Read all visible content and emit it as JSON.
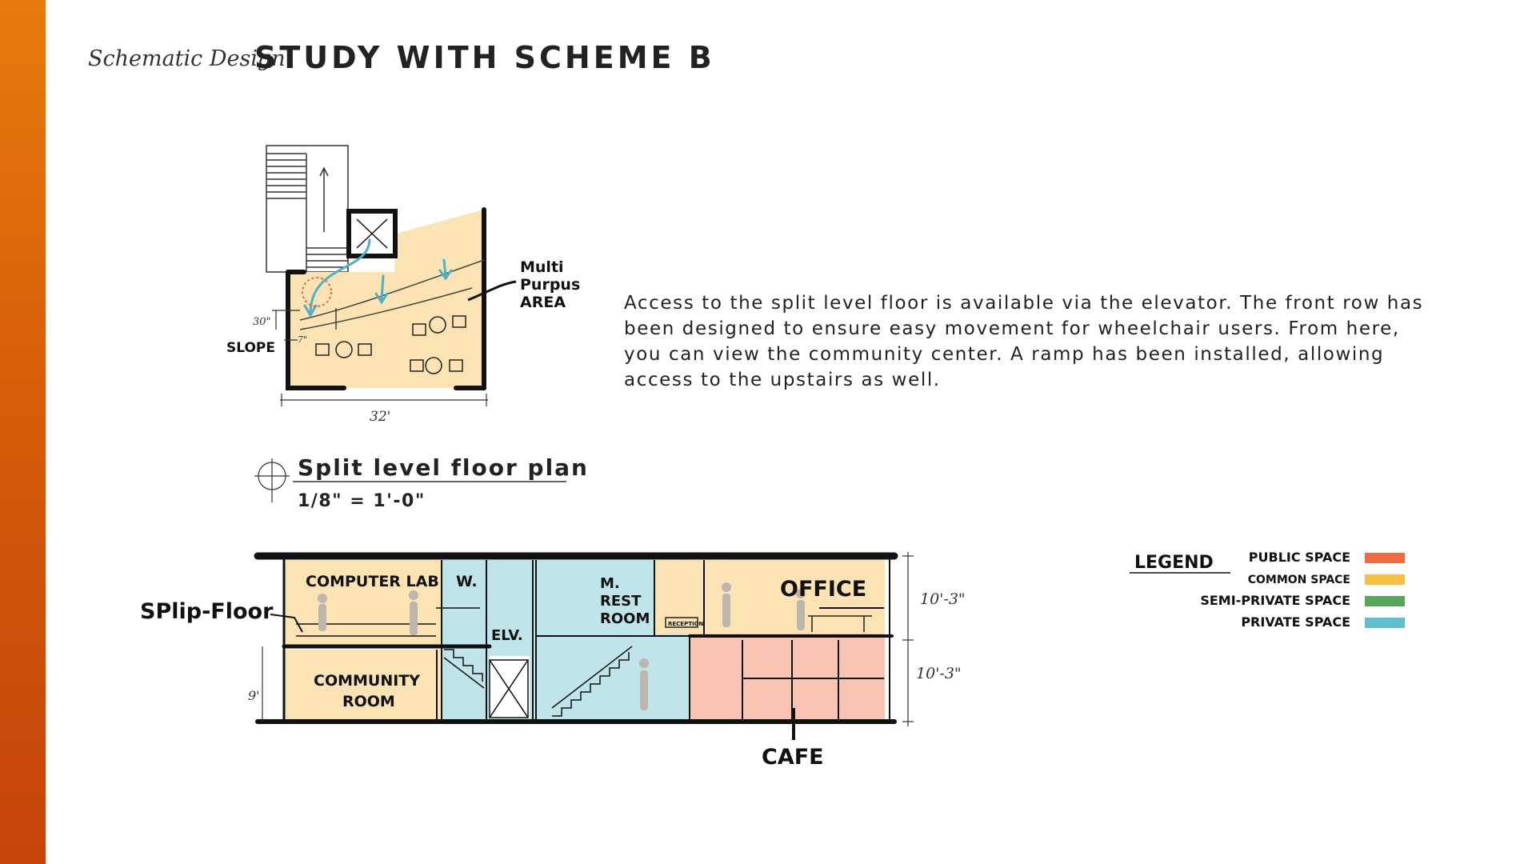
{
  "header": {
    "eyebrow": "Schematic Design",
    "title": "STUDY WITH SCHEME B"
  },
  "description": "Access to the split level floor is available via the elevator. The front row has been designed to ensure easy movement for wheelchair users. From here, you can view the community center. A ramp has been installed, allowing access to the upstairs as well.",
  "floor_plan": {
    "title": "Split level floor plan",
    "scale": "1/8\" = 1'-0\"",
    "area_label": "Multi Purpus AREA",
    "slope_label": "SLOPE",
    "dim_height": "30\"",
    "dim_step": "7\"",
    "dim_width": "32'"
  },
  "section": {
    "rooms": {
      "computer_lab": "COMPUTER LAB",
      "w": "W.",
      "elv": "ELV.",
      "m_rest_room": "M. REST ROOM",
      "reception": "RECEPTION",
      "office": "OFFICE",
      "community_room": "COMMUNITY ROOM",
      "cafe": "CAFE"
    },
    "split_floor_label": "SPlip-Floor",
    "dim_upper": "10'-3\"",
    "dim_lower": "10'-3\"",
    "dim_left": "9'"
  },
  "legend": {
    "title": "LEGEND",
    "items": [
      {
        "label": "PUBLIC SPACE",
        "color": "#f26a45"
      },
      {
        "label": "COMMON SPACE",
        "color": "#f5bf45"
      },
      {
        "label": "SEMI-PRIVATE SPACE",
        "color": "#5aa55c"
      },
      {
        "label": "PRIVATE SPACE",
        "color": "#5fc0cc"
      }
    ]
  },
  "colors": {
    "common_fill": "#fbe3b3",
    "private_fill": "#bfe4ea",
    "public_fill": "#f7c4b3",
    "arrow": "#4fb0c6",
    "accent_dashed": "#e8684a"
  }
}
